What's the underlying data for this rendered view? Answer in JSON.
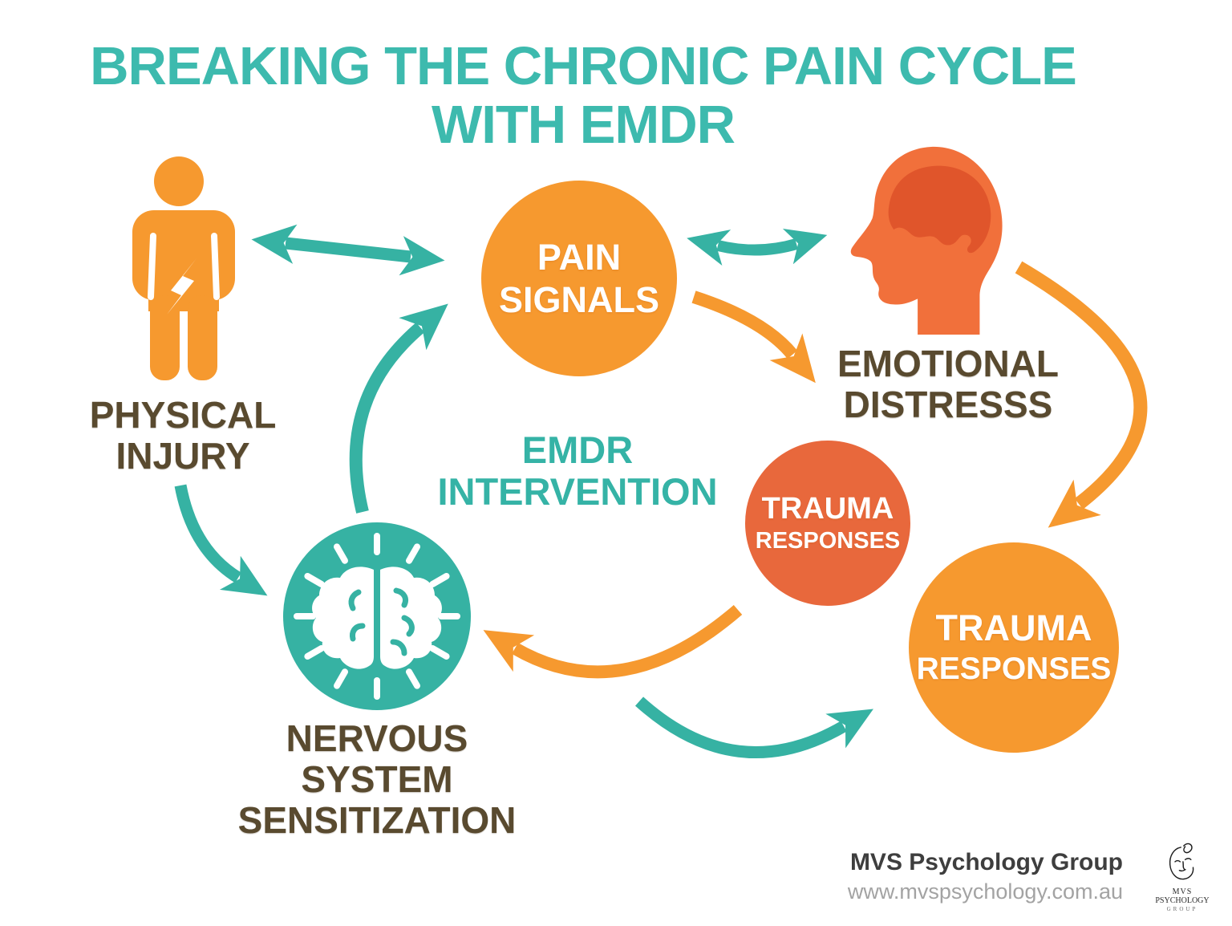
{
  "title": {
    "line1": "BREAKING THE CHRONIC PAIN CYCLE",
    "line2": "WITH EMDR"
  },
  "labels": {
    "physical_injury": {
      "line1": "PHYSICAL",
      "line2": "INJURY"
    },
    "emotional_distress": {
      "line1": "EMOTIONAL",
      "line2": "DISTRESSS"
    },
    "emdr_intervention": {
      "line1": "EMDR",
      "line2": "INTERVENTION"
    },
    "nervous_system": {
      "line1": "NERVOUS SYSTEM",
      "line2": "SENSITIZATION"
    }
  },
  "circles": {
    "pain_signals": {
      "line1": "PAIN",
      "line2": "SIGNALS"
    },
    "trauma_mid": {
      "line1": "TRAUMA",
      "line2": "RESPONSES"
    },
    "trauma_bottom": {
      "line1": "TRAUMA",
      "line2": "RESPONSES"
    }
  },
  "icons": {
    "physical_injury": "injured-person-icon",
    "emotional_distress": "head-with-brain-icon",
    "nervous_system": "brain-burst-icon",
    "footer": "mvs-face-line-art-icon"
  },
  "footer": {
    "org": "MVS Psychology Group",
    "url": "www.mvspsychology.com.au",
    "logo": {
      "line1": "MVS",
      "line2": "PSYCHOLOGY",
      "line3": "GROUP"
    }
  },
  "colors": {
    "teal": "#36B2A3",
    "title_teal": "#3DBAAE",
    "orange": "#F6992F",
    "deep_orange": "#E8683C",
    "head_orange": "#F1703B",
    "brain_red": "#E0552B",
    "brown_text": "#594A2F",
    "footer_dark": "#3E3E3E",
    "footer_gray": "#A3A3A3",
    "background": "#FFFFFF"
  }
}
